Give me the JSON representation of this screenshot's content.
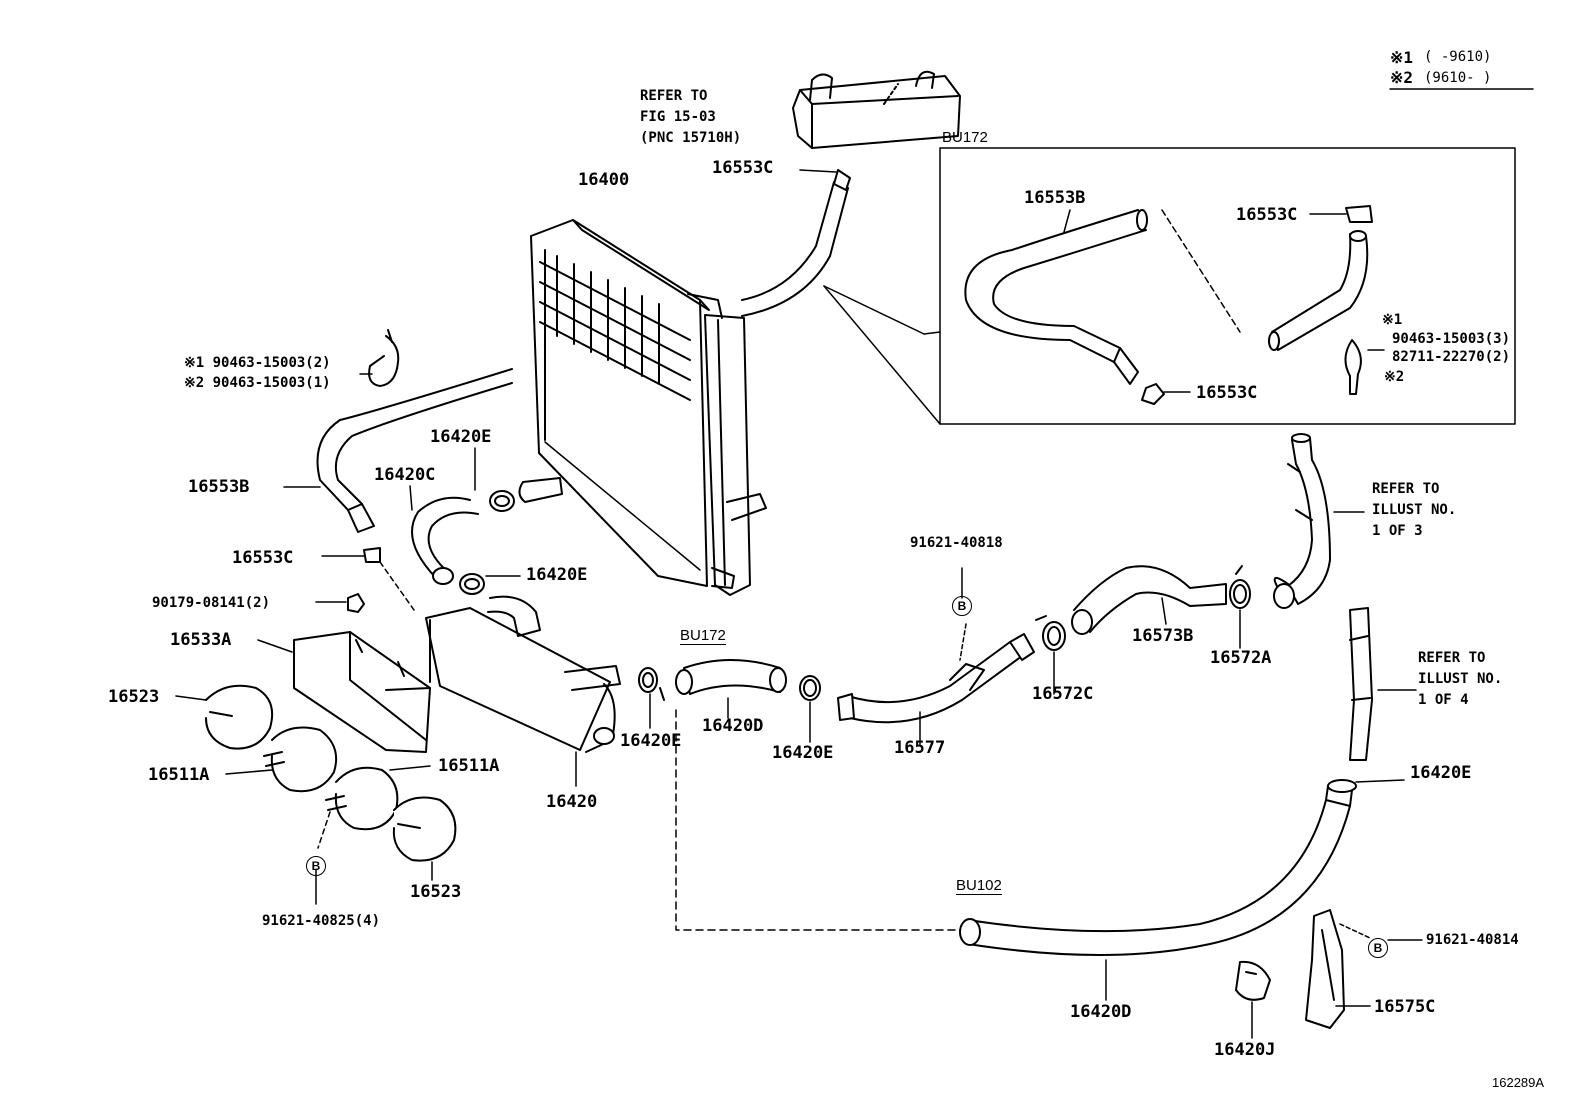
{
  "legend": {
    "row1_mark": "※1",
    "row1_range": "(     -9610)",
    "row2_mark": "※2",
    "row2_range": "(9610-     )"
  },
  "refer_reservoir": {
    "line1": "REFER TO",
    "line2": "FIG 15-03",
    "line3": "(PNC 15710H)"
  },
  "refer_illust_3": {
    "line1": "REFER TO",
    "line2": "ILLUST NO.",
    "line3": "1 OF 3"
  },
  "refer_illust_4": {
    "line1": "REFER TO",
    "line2": "ILLUST NO.",
    "line3": "1 OF 4"
  },
  "inset_tag": "BU172",
  "section_tags": {
    "bu172": "BU172",
    "bu102": "BU102"
  },
  "bolt_symbol": "B",
  "inset_labels": {
    "hose_b": "16553B",
    "clamp_top": "16553C",
    "clamp_bottom": "16553C",
    "note_mark1": "※1",
    "part_90463": "90463-15003(3)",
    "part_82711": "82711-22270(2)",
    "note_mark2": "※2"
  },
  "labels": {
    "radiator": "16400",
    "clamp_top": "16553C",
    "clip_90463_line1": "※1 90463-15003(2)",
    "clip_90463_line2": "※2 90463-15003(1)",
    "hose_16553b": "16553B",
    "hose_16420e_top": "16420E",
    "hose_16420c": "16420C",
    "clamp_16420e_mid": "16420E",
    "clamp_16553c_left": "16553C",
    "nut_90179": "90179-08141(2)",
    "bracket_16533a": "16533A",
    "band_16523_top": "16523",
    "band_16511a_left": "16511A",
    "band_16511a_right": "16511A",
    "band_16523_bottom": "16523",
    "bolt_91621_40825": "91621-40825(4)",
    "cooler_16420": "16420",
    "clamp_16420e_cooler": "16420E",
    "hose_16420d_short": "16420D",
    "clamp_16420e_center": "16420E",
    "pipe_16577": "16577",
    "bolt_91621_40818": "91621-40818",
    "clamp_16572c": "16572C",
    "hose_16573b": "16573B",
    "clamp_16572a": "16572A",
    "clamp_16420e_right": "16420E",
    "hose_16420d_long": "16420D",
    "clamp_16420j": "16420J",
    "bracket_16575c": "16575C",
    "bolt_91621_40814": "91621-40814"
  },
  "figure_code": "162289A"
}
